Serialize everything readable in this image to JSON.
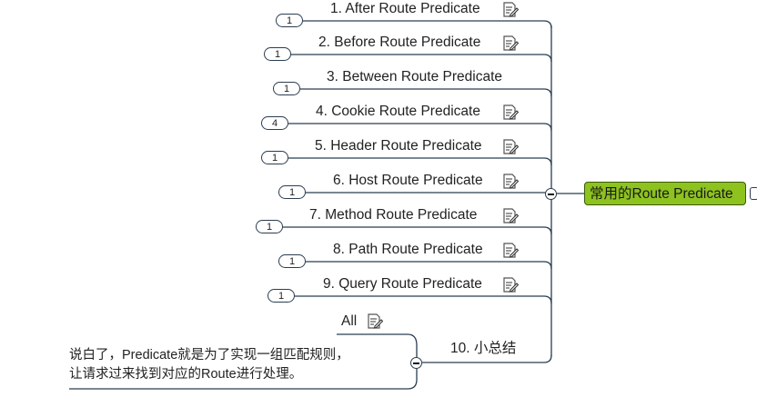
{
  "central": {
    "label": "常用的Route Predicate"
  },
  "topics": [
    {
      "label": "1. After Route Predicate",
      "badge": "1",
      "has_note": true
    },
    {
      "label": "2. Before Route Predicate",
      "badge": "1",
      "has_note": true
    },
    {
      "label": "3. Between Route Predicate",
      "badge": "1",
      "has_note": false
    },
    {
      "label": "4. Cookie Route Predicate",
      "badge": "4",
      "has_note": true
    },
    {
      "label": "5. Header Route Predicate",
      "badge": "1",
      "has_note": true
    },
    {
      "label": "6. Host Route Predicate",
      "badge": "1",
      "has_note": true
    },
    {
      "label": "7. Method Route Predicate",
      "badge": "1",
      "has_note": true
    },
    {
      "label": "8. Path Route Predicate",
      "badge": "1",
      "has_note": true
    },
    {
      "label": "9. Query Route Predicate",
      "badge": "1",
      "has_note": true
    }
  ],
  "summary": {
    "label": "10. 小总结",
    "all_label": "All",
    "text": "说白了，Predicate就是为了实现一组匹配规则，\n让请求过来找到对应的Route进行处理。"
  },
  "colors": {
    "line": "#2a3d50",
    "central_fill": "#8dc21f"
  },
  "icons": {
    "note": "note-edit-icon"
  }
}
